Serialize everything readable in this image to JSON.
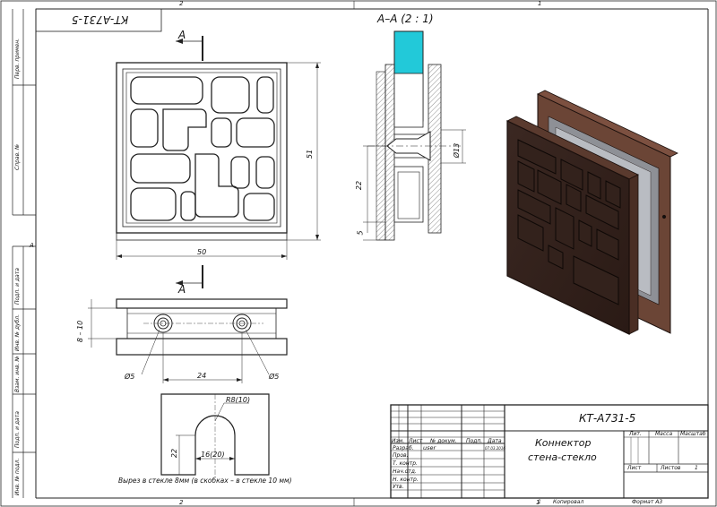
{
  "sheet": {
    "designation": "КТ-А731-5",
    "designation_rotated": "КТ-А731-5",
    "title_line1": "Коннектор",
    "title_line2": "стена-стекло",
    "top_markers": [
      "2",
      "1"
    ],
    "bottom_markers": [
      "2",
      "1"
    ],
    "side_marker": "A",
    "format": "Формат А3",
    "copied": "Копировал",
    "sheet_index": "1"
  },
  "left_strip": [
    "Перв. примен.",
    "Справ. №",
    "Подп. и дата",
    "Инв. № дубл.",
    "Взам. инв. №",
    "Подп. и дата",
    "Инв. № подл."
  ],
  "front_view": {
    "width": "50",
    "height": "51",
    "section_mark": "A"
  },
  "section_view": {
    "label": "А–А (2 : 1)",
    "dim_22": "22",
    "dim_5": "5",
    "dim_13": "Ø13"
  },
  "bottom_view": {
    "dim_8_10": "8 – 10",
    "dim_24": "24",
    "hole_left": "Ø5",
    "hole_right": "Ø5"
  },
  "cutout": {
    "radius": "R8(10)",
    "width": "16(20)",
    "height": "22",
    "note": "Вырез в стекле 8мм (в скобках – в стекле 10 мм)"
  },
  "title_block": {
    "header": [
      "Изм.",
      "Лист",
      "№ докум.",
      "Подп.",
      "Дата"
    ],
    "rows": [
      "Разраб.",
      "Пров.",
      "Т. контр.",
      "Нач.отд.",
      "Н. контр.",
      "Утв."
    ],
    "developer": "user",
    "date": "07.03.2016",
    "lit": "Лит.",
    "mass": "Масса",
    "scale": "Масштаб",
    "sheet": "Лист",
    "sheets": "Листов",
    "sheets_count": "1"
  }
}
